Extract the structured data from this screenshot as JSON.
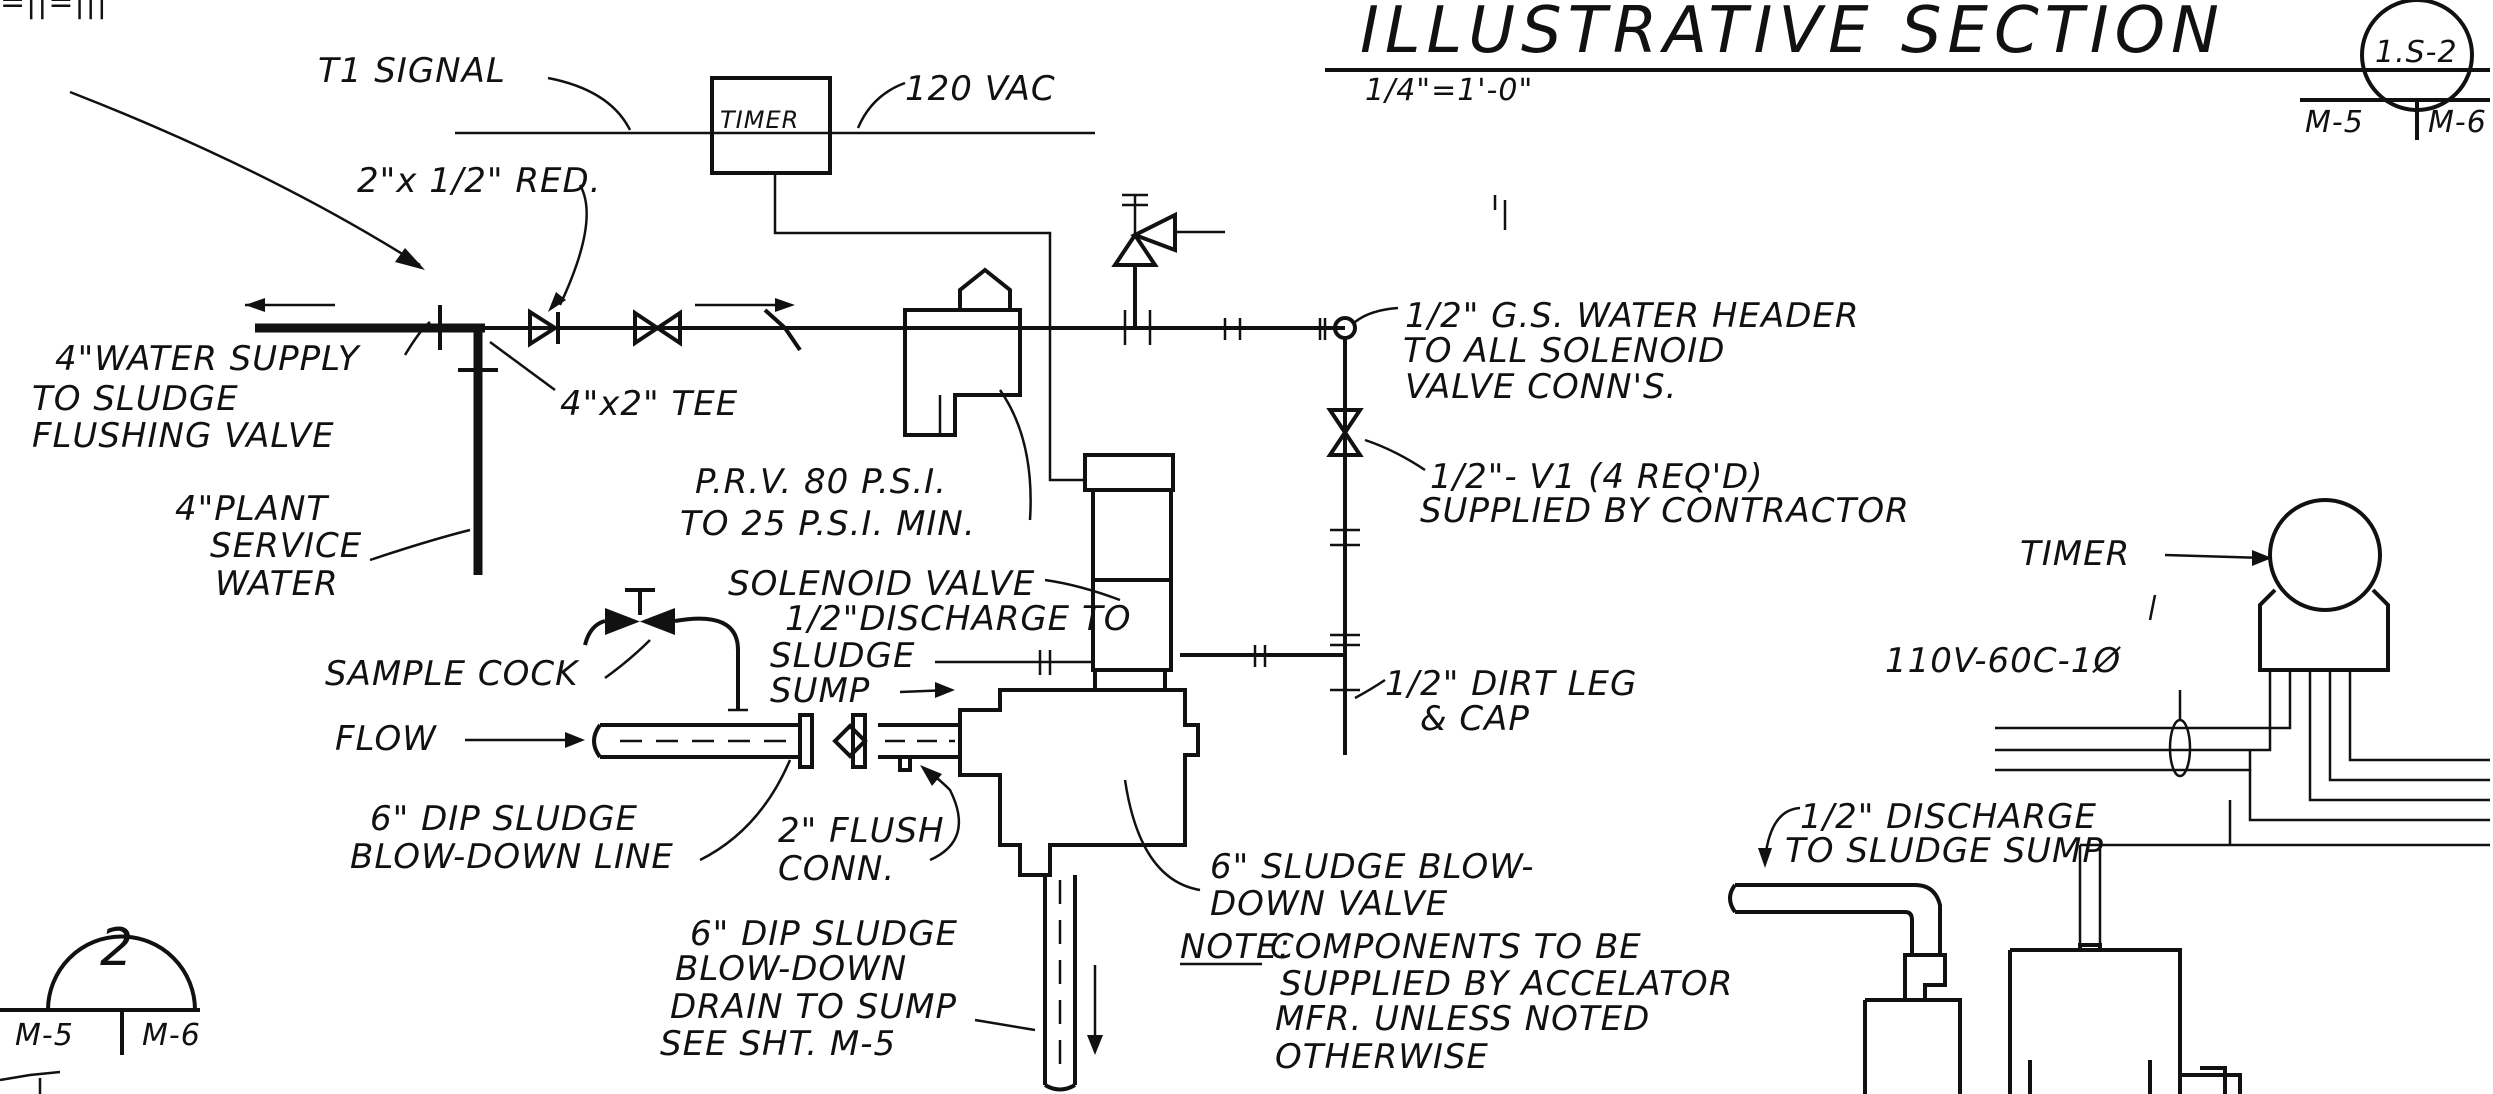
{
  "drawing": {
    "title": "ILLUSTRATIVE SECTION",
    "scale": "1/4\"=1'-0\"",
    "section_tag": {
      "id": "1.S-2",
      "ref_left": "M-5",
      "ref_right": "M-6"
    },
    "detail_tag": {
      "id": "2",
      "ref_left": "M-5",
      "ref_right": "M-6"
    },
    "corner_mark": "=||=|||"
  },
  "labels": {
    "t1_signal": "T1 SIGNAL",
    "vac_120": "120 VAC",
    "timer_box": "TIMER",
    "reducer": "2\"x 1/2\" RED.",
    "water_supply": [
      "4\"WATER SUPPLY",
      "TO SLUDGE",
      "FLUSHING VALVE"
    ],
    "tee": "4\"x2\" TEE",
    "plant_service": [
      "4\"PLANT",
      "SERVICE",
      "WATER"
    ],
    "prv": [
      "P.R.V. 80 P.S.I.",
      "TO 25 P.S.I. MIN."
    ],
    "header": [
      "1/2\" G.S. WATER HEADER",
      "TO ALL SOLENOID",
      "VALVE CONN'S."
    ],
    "v1": [
      "1/2\"- V1 (4 REQ'D)",
      "SUPPLIED BY CONTRACTOR"
    ],
    "solenoid": "SOLENOID VALVE",
    "discharge_sump": [
      "1/2\"DISCHARGE TO",
      "SLUDGE",
      "SUMP"
    ],
    "sample_cock": "SAMPLE COCK",
    "dirt_leg": [
      "1/2\" DIRT LEG",
      "& CAP"
    ],
    "flow": "FLOW",
    "dip_line": [
      "6\" DIP SLUDGE",
      "BLOW-DOWN LINE"
    ],
    "flush_conn": [
      "2\" FLUSH",
      "CONN."
    ],
    "blowdown_valve": [
      "6\" SLUDGE BLOW-",
      "DOWN VALVE"
    ],
    "drain": [
      "6\" DIP SLUDGE",
      "BLOW-DOWN",
      "DRAIN TO SUMP",
      "SEE SHT. M-5"
    ],
    "note_head": "NOTE:",
    "note": [
      "COMPONENTS TO BE",
      "SUPPLIED BY ACCELATOR",
      "MFR. UNLESS NOTED",
      "OTHERWISE"
    ],
    "timer_right": "TIMER",
    "power": "110V-60C-1Ø",
    "discharge_right": [
      "1/2\" DISCHARGE",
      "TO SLUDGE SUMP"
    ]
  }
}
